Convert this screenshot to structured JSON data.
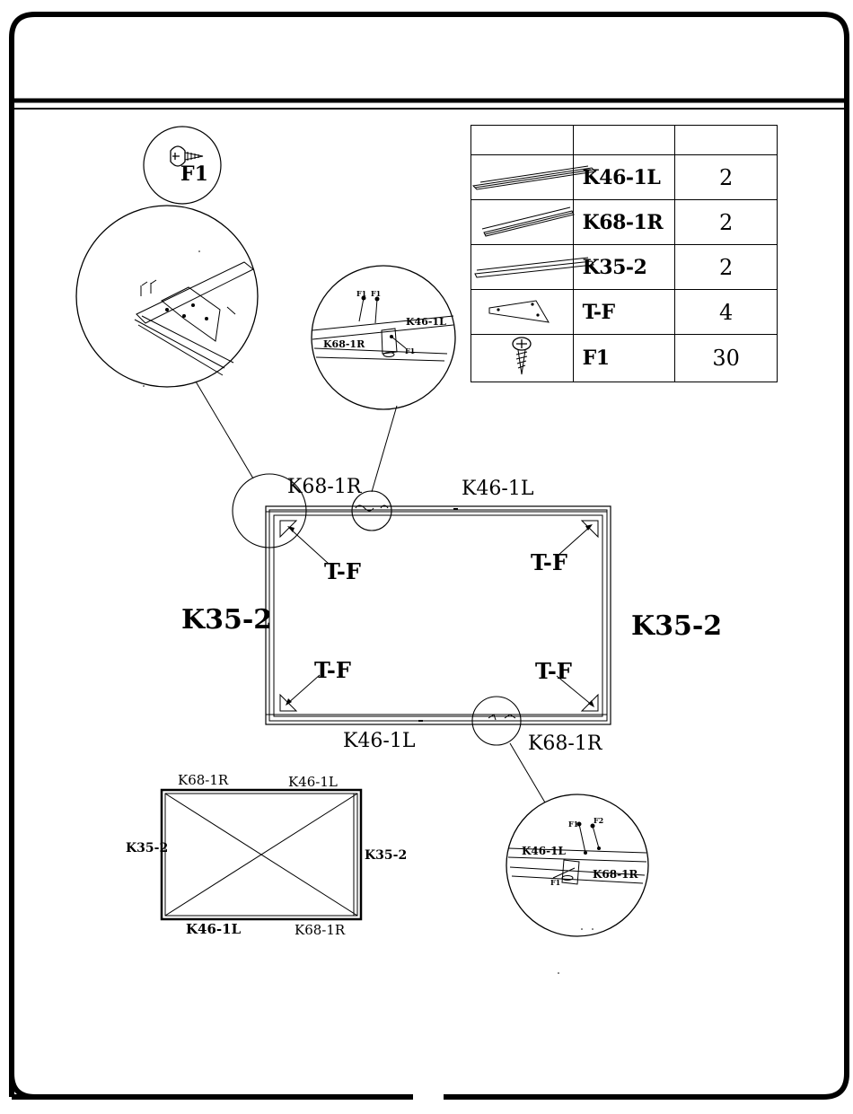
{
  "header": {
    "title": ""
  },
  "detail_callouts": {
    "screw_badge": "F1",
    "top_mid": {
      "f1a": "F1",
      "f1b": "F1",
      "k46": "K46-1L",
      "k68": "K68-1R",
      "f1c": "F1"
    },
    "bottom_right": {
      "f1a": "F1",
      "f2": "F2",
      "k46": "K46-1L",
      "k68": "K68-1R",
      "f1c": "F1"
    }
  },
  "parts_table": {
    "headers": [
      "",
      "",
      ""
    ],
    "rows": [
      {
        "code": "K46-1L",
        "qty": "2",
        "icon": "long-rail-icon"
      },
      {
        "code": "K68-1R",
        "qty": "2",
        "icon": "rail-icon"
      },
      {
        "code": "K35-2",
        "qty": "2",
        "icon": "short-rail-icon"
      },
      {
        "code": "T-F",
        "qty": "4",
        "icon": "corner-bracket-icon"
      },
      {
        "code": "F1",
        "qty": "30",
        "icon": "screw-icon"
      }
    ]
  },
  "main_frame": {
    "top_left_label": "K68-1R",
    "top_right_label": "K46-1L",
    "left_label": "K35-2",
    "right_label": "K35-2",
    "bracket_tl": "T-F",
    "bracket_tr": "T-F",
    "bracket_bl": "T-F",
    "bracket_br": "T-F",
    "bottom_left_label": "K46-1L",
    "bottom_right_label": "K68-1R"
  },
  "small_frame": {
    "top_left": "K68-1R",
    "top_right": "K46-1L",
    "left": "K35-2",
    "right": "K35-2",
    "bottom_left": "K46-1L",
    "bottom_right": "K68-1R"
  }
}
